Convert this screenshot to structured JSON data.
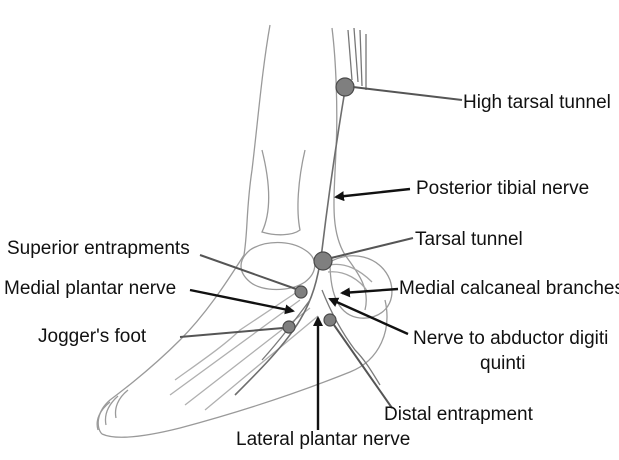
{
  "colors": {
    "marker_fill": "#7f7f7f",
    "marker_stroke": "#4a4a4a",
    "leader_line": "#555555",
    "arrow": "#111111",
    "sketch_line": "#9a9a9a"
  },
  "labels": {
    "high_tarsal_tunnel": "High tarsal tunnel",
    "posterior_tibial_nerve": "Posterior tibial nerve",
    "tarsal_tunnel": "Tarsal tunnel",
    "superior_entrapments": "Superior entrapments",
    "medial_plantar_nerve": "Medial plantar nerve",
    "medial_calcaneal_branches": "Medial calcaneal branches",
    "jogger_foot": "Jogger's foot",
    "nerve_to_abductor_line1": "Nerve to abductor digiti",
    "nerve_to_abductor_line2": "quinti",
    "distal_entrapment": "Distal entrapment",
    "lateral_plantar_nerve": "Lateral plantar nerve"
  },
  "illustration": {
    "subject": "medial-foot-ankle-nerve-sketch"
  }
}
